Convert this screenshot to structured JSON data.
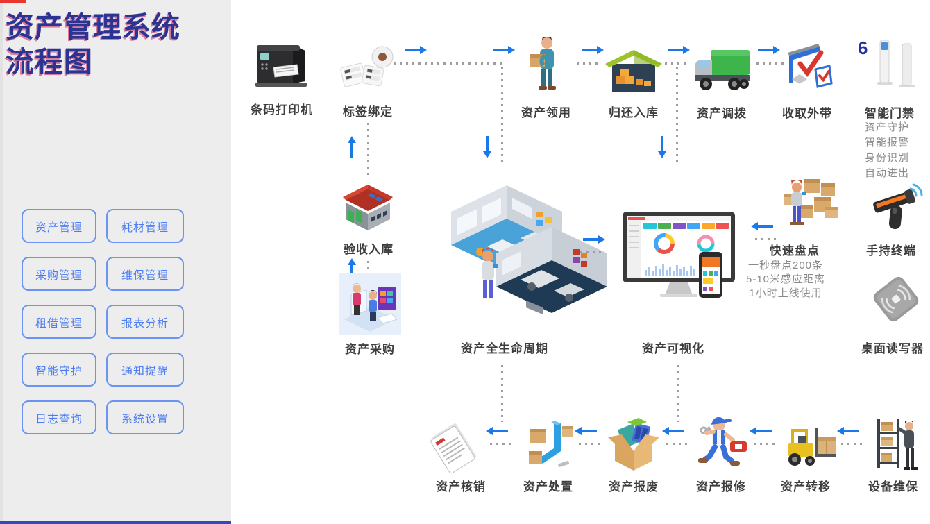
{
  "title": {
    "line1": "资产管理系统",
    "line2": "流程图"
  },
  "sidebar": {
    "buttons": [
      {
        "label": "资产管理"
      },
      {
        "label": "耗材管理"
      },
      {
        "label": "采购管理"
      },
      {
        "label": "维保管理"
      },
      {
        "label": "租借管理"
      },
      {
        "label": "报表分析"
      },
      {
        "label": "智能守护"
      },
      {
        "label": "通知提醒"
      },
      {
        "label": "日志查询"
      },
      {
        "label": "系统设置"
      }
    ]
  },
  "flow": {
    "nodes": {
      "barcode_printer": {
        "label": "条码打印机"
      },
      "label_binding": {
        "label": "标签绑定"
      },
      "asset_requisition": {
        "label": "资产领用"
      },
      "return_to_storage": {
        "label": "归还入库"
      },
      "asset_allocation": {
        "label": "资产调拨"
      },
      "takeout_collection": {
        "label": "收取外带"
      },
      "smart_gate": {
        "label": "智能门禁",
        "badge": "6",
        "features": [
          "资产守护",
          "智能报警",
          "身份识别",
          "自动进出"
        ]
      },
      "acceptance_storage": {
        "label": "验收入库"
      },
      "asset_purchase": {
        "label": "资产采购"
      },
      "asset_lifecycle": {
        "label": "资产全生命周期"
      },
      "asset_visualization": {
        "label": "资产可视化"
      },
      "quick_inventory": {
        "label": "快速盘点",
        "features": [
          "一秒盘点200条",
          "5-10米感应距离",
          "1小时上线使用"
        ]
      },
      "handheld_terminal": {
        "label": "手持终端"
      },
      "desktop_reader": {
        "label": "桌面读写器"
      },
      "asset_writeoff": {
        "label": "资产核销"
      },
      "asset_disposal": {
        "label": "资产处置"
      },
      "asset_scrap": {
        "label": "资产报废"
      },
      "asset_repair": {
        "label": "资产报修"
      },
      "asset_transfer": {
        "label": "资产转移"
      },
      "equipment_maintenance": {
        "label": "设备维保"
      }
    }
  },
  "colors": {
    "arrow": "#1b78e8",
    "dotted": "#9e9e9e",
    "title": "#2b3393",
    "button": "#4a7cf5"
  }
}
